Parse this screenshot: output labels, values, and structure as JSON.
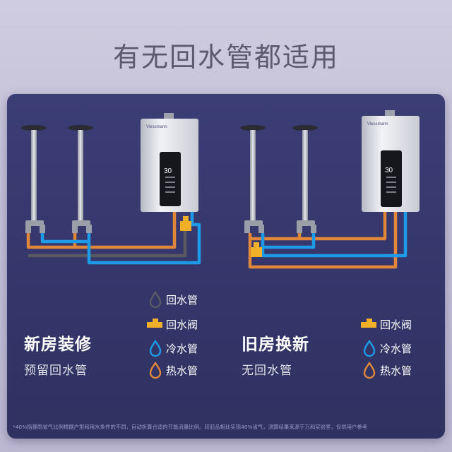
{
  "headline": "有无回水管都适用",
  "brand_colors": {
    "hot_water": "#e0873a",
    "cold_water": "#1e9be8",
    "return_water": "#5a5a62",
    "valve": "#f0b02a",
    "panel_bg": "#37396e"
  },
  "heater": {
    "brand_text": "Viessmann",
    "display_temp": "30"
  },
  "left": {
    "title": "新房装修",
    "subtitle": "预留回水管",
    "legend": [
      {
        "icon": "return-water-drop-icon",
        "label": "回水管"
      },
      {
        "icon": "return-valve-icon",
        "label": "回水阀"
      },
      {
        "icon": "cold-water-drop-icon",
        "label": "冷水管"
      },
      {
        "icon": "hot-water-drop-icon",
        "label": "热水管"
      }
    ]
  },
  "right": {
    "title": "旧房换新",
    "subtitle": "无回水管",
    "legend": [
      {
        "icon": "return-valve-icon",
        "label": "回水阀"
      },
      {
        "icon": "cold-water-drop-icon",
        "label": "冷水管"
      },
      {
        "icon": "hot-water-drop-icon",
        "label": "热水管"
      }
    ]
  },
  "footnote": "*40%指暴雨省气比例根据户型和用水条件的不同，自动折算合适的节能流量比例。较旧品相比实现40%省气，测算结果来源于万和实验室，仅供用户参考"
}
